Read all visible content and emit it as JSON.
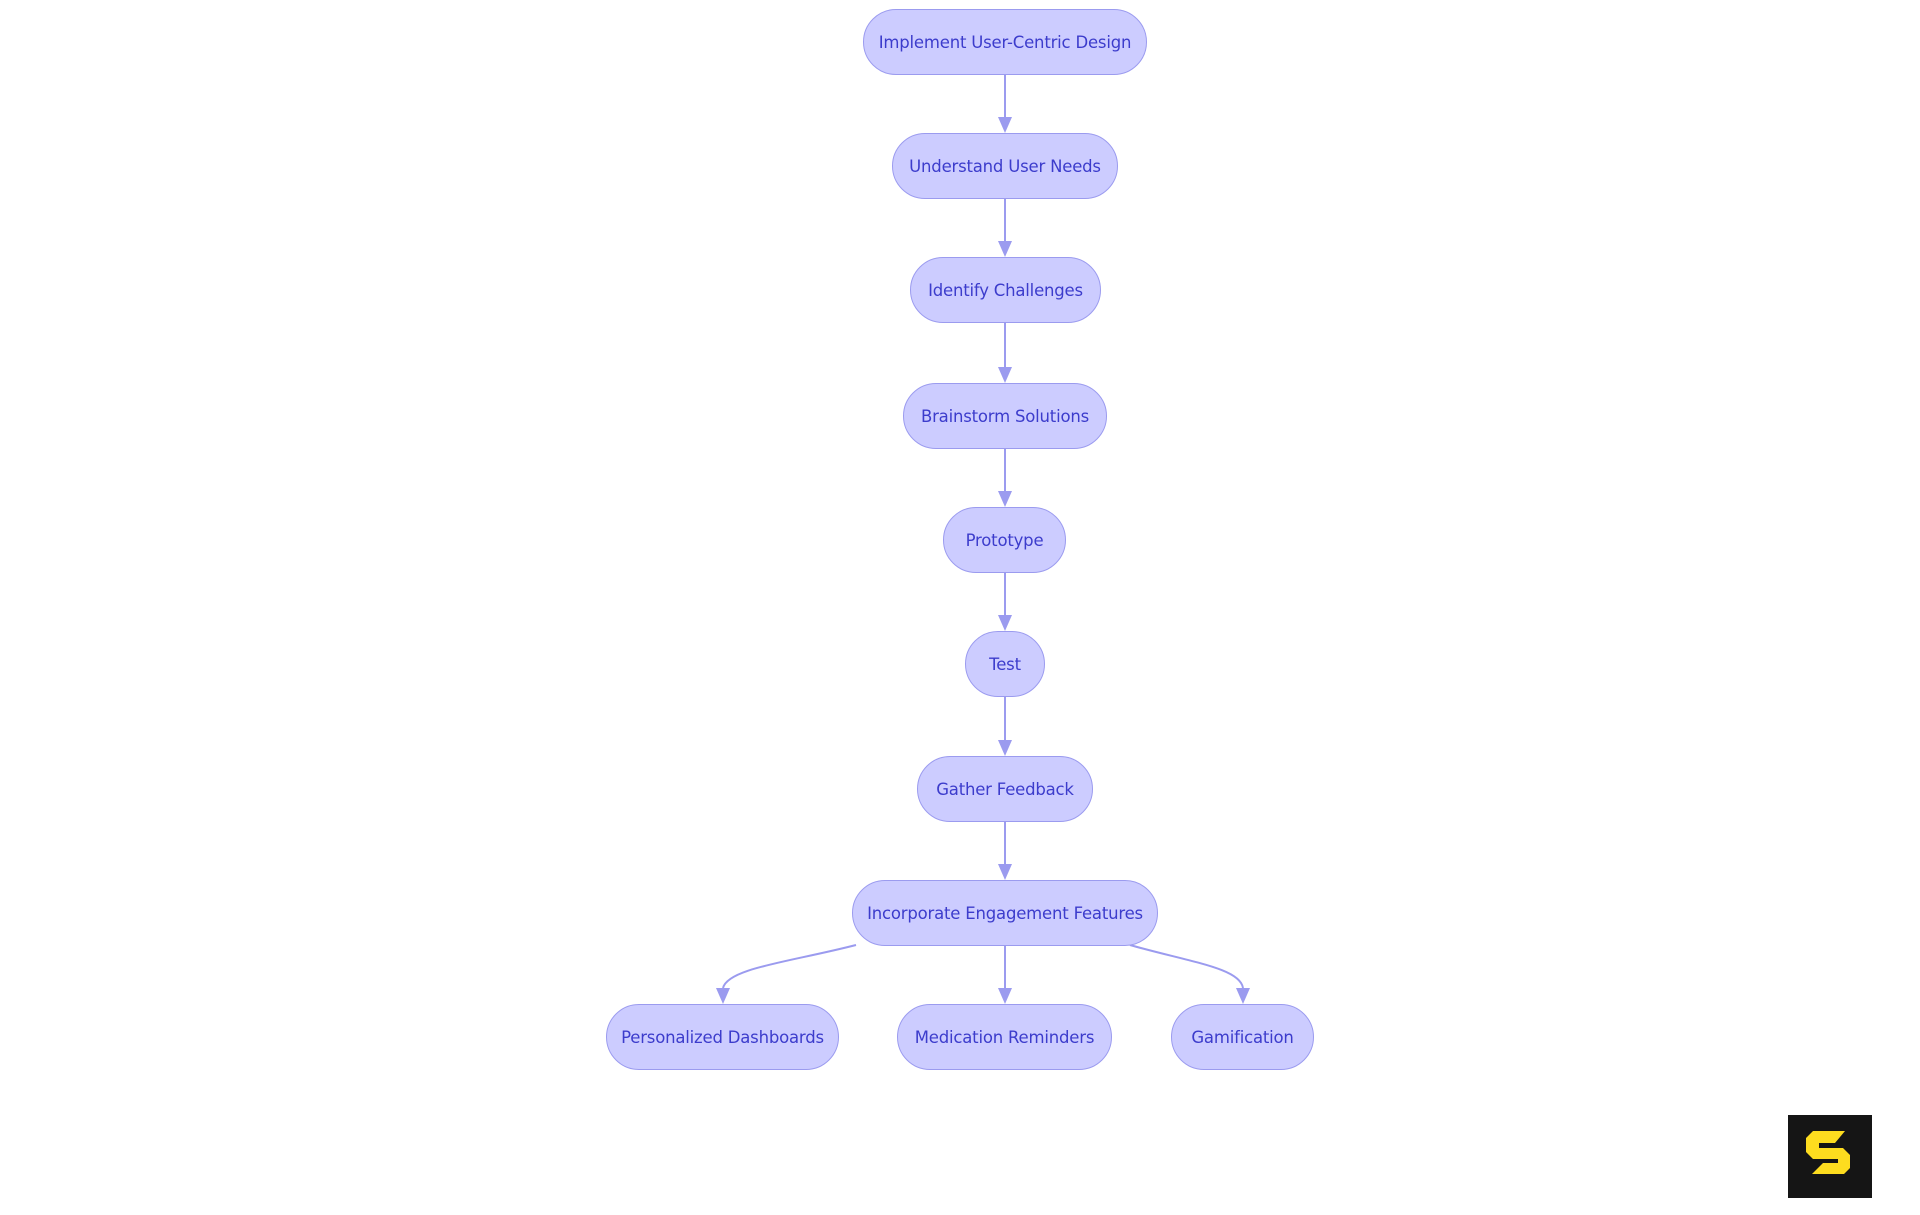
{
  "diagram": {
    "type": "flowchart",
    "direction": "top-down",
    "colors": {
      "node_fill": "#ccccff",
      "node_border": "#9b9bef",
      "node_text": "#3c3ccc",
      "edge": "#9b9bef",
      "background": "#ffffff"
    },
    "nodes": [
      {
        "id": "n1",
        "label": "Implement User-Centric Design"
      },
      {
        "id": "n2",
        "label": "Understand User Needs"
      },
      {
        "id": "n3",
        "label": "Identify Challenges"
      },
      {
        "id": "n4",
        "label": "Brainstorm Solutions"
      },
      {
        "id": "n5",
        "label": "Prototype"
      },
      {
        "id": "n6",
        "label": "Test"
      },
      {
        "id": "n7",
        "label": "Gather Feedback"
      },
      {
        "id": "n8",
        "label": "Incorporate Engagement Features"
      },
      {
        "id": "n9",
        "label": "Personalized Dashboards"
      },
      {
        "id": "n10",
        "label": "Medication Reminders"
      },
      {
        "id": "n11",
        "label": "Gamification"
      }
    ],
    "edges": [
      {
        "from": "n1",
        "to": "n2"
      },
      {
        "from": "n2",
        "to": "n3"
      },
      {
        "from": "n3",
        "to": "n4"
      },
      {
        "from": "n4",
        "to": "n5"
      },
      {
        "from": "n5",
        "to": "n6"
      },
      {
        "from": "n6",
        "to": "n7"
      },
      {
        "from": "n7",
        "to": "n8"
      },
      {
        "from": "n8",
        "to": "n9"
      },
      {
        "from": "n8",
        "to": "n10"
      },
      {
        "from": "n8",
        "to": "n11"
      }
    ]
  },
  "logo": {
    "name": "S-logo",
    "colors": {
      "background": "#151515",
      "foreground": "#fddc1f"
    }
  }
}
